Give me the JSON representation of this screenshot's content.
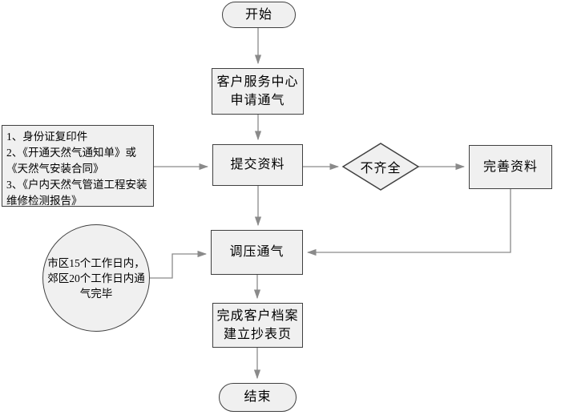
{
  "diagram": {
    "type": "flowchart",
    "nodes": {
      "start": {
        "label": "开始"
      },
      "apply": {
        "lines": [
          "客户服务中心",
          "申请通气"
        ]
      },
      "submit": {
        "label": "提交资料"
      },
      "decision": {
        "label": "不齐全"
      },
      "complete": {
        "label": "完善资料"
      },
      "regulate": {
        "label": "调压通气"
      },
      "archive": {
        "lines": [
          "完成客户档案",
          "建立抄表页"
        ]
      },
      "end": {
        "label": "结束"
      },
      "documents_note": {
        "lines": [
          "1、身份证复印件",
          "2、《开通天然气通知单》或",
          "《天然气安装合同》",
          "3、《户内天然气管道工程安装",
          "维修检测报告》"
        ]
      },
      "timeframe_note": {
        "lines": [
          "市区15个工作日内，",
          "郊区20个工作日内通",
          "气完毕"
        ]
      }
    },
    "colors": {
      "node_fill": "#f0f0f0",
      "node_border": "#404040",
      "connector": "#8a8a8a",
      "text": "#000000",
      "background": "#ffffff"
    }
  }
}
